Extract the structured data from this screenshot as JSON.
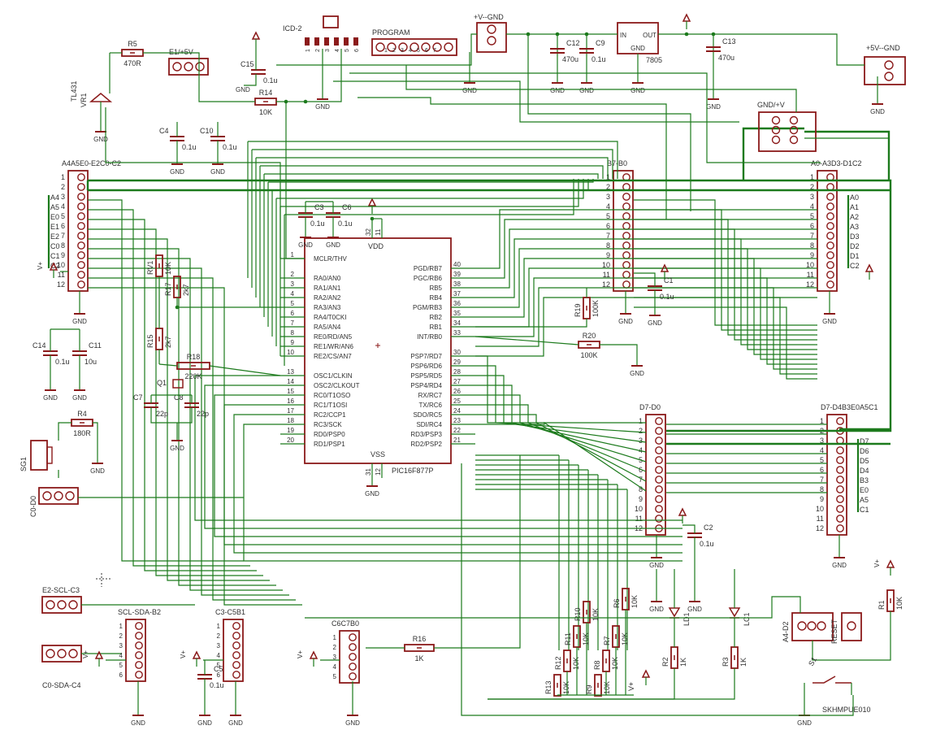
{
  "colors": {
    "wire": "#1c7a1c",
    "part": "#8b1a1a",
    "text": "#303030",
    "background": "#ffffff"
  },
  "mcu": {
    "name": "PIC16F877P",
    "vdd": "VDD",
    "vss": "VSS",
    "vdd_pins": [
      "32",
      "11"
    ],
    "vss_pins": [
      "31",
      "12"
    ],
    "left_pins": [
      {
        "num": "1",
        "label": "MCLR/THV"
      },
      {
        "num": "2",
        "label": "RA0/AN0"
      },
      {
        "num": "3",
        "label": "RA1/AN1"
      },
      {
        "num": "4",
        "label": "RA2/AN2"
      },
      {
        "num": "5",
        "label": "RA3/AN3"
      },
      {
        "num": "6",
        "label": "RA4/T0CKI"
      },
      {
        "num": "7",
        "label": "RA5/AN4"
      },
      {
        "num": "8",
        "label": "RE0/RD/AN5"
      },
      {
        "num": "9",
        "label": "RE1/WR/AN6"
      },
      {
        "num": "10",
        "label": "RE2/CS/AN7"
      },
      {
        "num": "13",
        "label": "OSC1/CLKIN"
      },
      {
        "num": "14",
        "label": "OSC2/CLKOUT"
      },
      {
        "num": "15",
        "label": "RC0/T1OSO"
      },
      {
        "num": "16",
        "label": "RC1/T1OSI"
      },
      {
        "num": "17",
        "label": "RC2/CCP1"
      },
      {
        "num": "18",
        "label": "RC3/SCK"
      },
      {
        "num": "19",
        "label": "RD0/PSP0"
      },
      {
        "num": "20",
        "label": "RD1/PSP1"
      }
    ],
    "right_pins": [
      {
        "num": "40",
        "label": "PGD/RB7"
      },
      {
        "num": "39",
        "label": "PGC/RB6"
      },
      {
        "num": "38",
        "label": "RB5"
      },
      {
        "num": "37",
        "label": "RB4"
      },
      {
        "num": "36",
        "label": "PGM/RB3"
      },
      {
        "num": "35",
        "label": "RB2"
      },
      {
        "num": "34",
        "label": "RB1"
      },
      {
        "num": "33",
        "label": "INT/RB0"
      },
      {
        "num": "30",
        "label": "PSP7/RD7"
      },
      {
        "num": "29",
        "label": "PSP6/RD6"
      },
      {
        "num": "28",
        "label": "PSP5/RD5"
      },
      {
        "num": "27",
        "label": "PSP4/RD4"
      },
      {
        "num": "26",
        "label": "RX/RC7"
      },
      {
        "num": "25",
        "label": "TX/RC6"
      },
      {
        "num": "24",
        "label": "SDO/RC5"
      },
      {
        "num": "23",
        "label": "SDI/RC4"
      },
      {
        "num": "22",
        "label": "RD3/PSP3"
      },
      {
        "num": "21",
        "label": "RD2/PSP2"
      }
    ]
  },
  "headers": {
    "h1": {
      "name": "A4A5E0-E2C0-C2",
      "pins": [
        "1",
        "2",
        "3",
        "4",
        "5",
        "6",
        "7",
        "8",
        "9",
        "10",
        "11",
        "12"
      ],
      "net_labels": [
        "A4",
        "A5",
        "E0",
        "E1",
        "E2",
        "C0",
        "C1",
        "C2"
      ]
    },
    "h2": {
      "name": "B7-B0",
      "pins": [
        "1",
        "2",
        "3",
        "4",
        "5",
        "6",
        "7",
        "8",
        "9",
        "10",
        "11",
        "12"
      ]
    },
    "h3": {
      "name": "A0-A3D3-D1C2",
      "pins": [
        "1",
        "2",
        "3",
        "4",
        "5",
        "6",
        "7",
        "8",
        "9",
        "10",
        "11",
        "12"
      ],
      "net_labels": [
        "A0",
        "A1",
        "A2",
        "A3",
        "D3",
        "D2",
        "D1",
        "C2"
      ]
    },
    "h4": {
      "name": "D7-D0",
      "pins": [
        "1",
        "2",
        "3",
        "4",
        "5",
        "6",
        "7",
        "8",
        "9",
        "10",
        "11",
        "12"
      ]
    },
    "h5": {
      "name": "D7-D4B3E0A5C1",
      "pins": [
        "1",
        "2",
        "3",
        "4",
        "5",
        "6",
        "7",
        "8",
        "9",
        "10",
        "11",
        "12"
      ],
      "net_labels": [
        "D7",
        "D6",
        "D5",
        "D4",
        "B3",
        "E0",
        "A5",
        "C1"
      ]
    }
  },
  "connectors": {
    "program": "PROGRAM",
    "icd": "ICD-2",
    "e1": "E1/+5V",
    "pwr_in": "+V--GND",
    "pwr_out": "+5V--GND",
    "gndv": "GND/+V",
    "c0d0": "C0-D0",
    "e2sclc3": "E2-SCL-C3",
    "c0sdac4": "C0-SDA-C4",
    "sclsdab2": "SCL-SDA-B2",
    "c3c5b1": "C3-C5B1",
    "c6c7b0": "C6C7B0",
    "a4d2": "A4-D2",
    "reset": "RESET"
  },
  "parts": {
    "r5": "R5",
    "r5v": "470R",
    "r14": "R14",
    "r14v": "10K",
    "r4": "R4",
    "r4v": "180R",
    "r15": "R15",
    "r15v": "2k7",
    "r17": "R17",
    "r17v": "2k7",
    "r18": "R18",
    "r18v": "220K",
    "r19": "R19",
    "r19v": "100K",
    "r20": "R20",
    "r20v": "100K",
    "r16": "R16",
    "r16v": "1K",
    "r1": "R1",
    "r1v": "10K",
    "r2": "R2",
    "r2v": "1K",
    "r3": "R3",
    "r3v": "1K",
    "rv1": "RV1",
    "rv1v": "10K",
    "c15": "C15",
    "c15v": "0.1u",
    "c4": "C4",
    "c4v": "0.1u",
    "c10": "C10",
    "c10v": "0.1u",
    "c3": "C3",
    "c3v": "0.1u",
    "c6": "C6",
    "c6v": "0.1u",
    "c14": "C14",
    "c14v": "0.1u",
    "c11": "C11",
    "c11v": "10u",
    "c7": "C7",
    "c7v": "22p",
    "c8": "C8",
    "c8v": "22p",
    "c12": "C12",
    "c12v": "470u",
    "c9": "C9",
    "c9v": "0.1u",
    "c13": "C13",
    "c13v": "470u",
    "c1": "C1",
    "c1v": "0.1u",
    "c2": "C2",
    "c2v": "0.1u",
    "c5": "C5",
    "c5v": "0.1u",
    "q1": "Q1",
    "sg1": "SG1",
    "tl431": "TL431",
    "vr1": "VR1",
    "ld1": "LD1",
    "lc1": "LC1",
    "s1": "S1",
    "skhm": "SKHMPUE010",
    "reg": "7805",
    "reg_in": "IN",
    "reg_out": "OUT",
    "reg_gnd": "GND"
  },
  "rnet": [
    {
      "name": "R13",
      "value": "10K"
    },
    {
      "name": "R12",
      "value": "10K"
    },
    {
      "name": "R11",
      "value": "10K"
    },
    {
      "name": "R10",
      "value": "10K"
    },
    {
      "name": "R9",
      "value": "10K"
    },
    {
      "name": "R8",
      "value": "10K"
    },
    {
      "name": "R7",
      "value": "10K"
    },
    {
      "name": "R6",
      "value": "10K"
    }
  ],
  "labels": {
    "gnd": "GND",
    "vplus": "V+"
  }
}
